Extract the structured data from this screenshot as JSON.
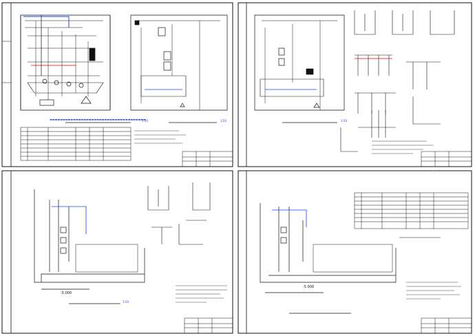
{
  "colors": {
    "line": "#111111",
    "accent_blue": "#1a3cff",
    "accent_red": "#d60000",
    "background": "#ffffff"
  },
  "sheets": [
    {
      "id": "sheet-1",
      "captions": [
        "1:50",
        "1:50"
      ]
    },
    {
      "id": "sheet-2",
      "captions": [
        "1:50"
      ]
    },
    {
      "id": "sheet-3",
      "captions": [
        "-5.000",
        "1:50"
      ]
    },
    {
      "id": "sheet-4",
      "captions": [
        "-5.000"
      ]
    }
  ]
}
